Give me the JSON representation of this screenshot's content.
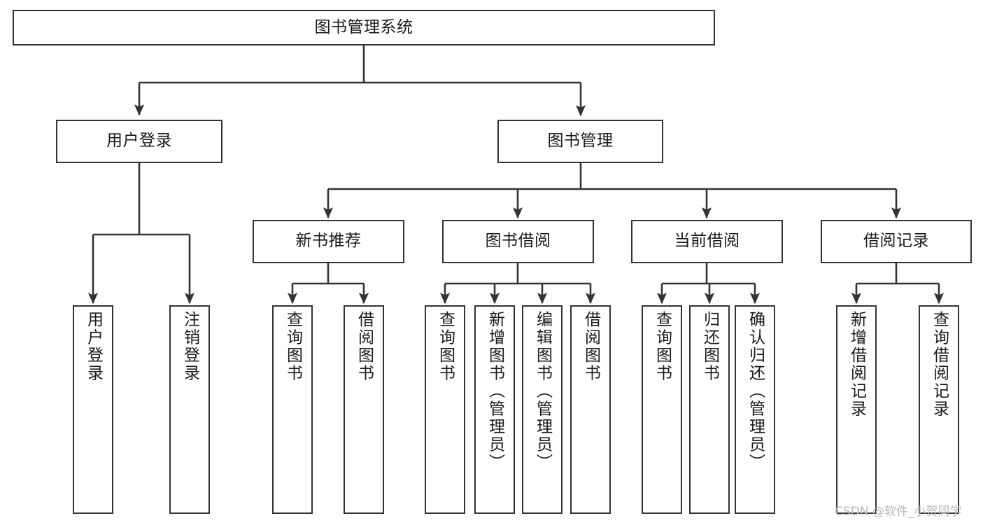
{
  "diagram": {
    "title": "图书管理系统",
    "type": "tree-hierarchy",
    "stroke_color": "#333333",
    "background_color": "#ffffff",
    "levels": {
      "root": "图书管理系统",
      "level1": [
        "用户登录",
        "图书管理"
      ],
      "level2": [
        "新书推荐",
        "图书借阅",
        "当前借阅",
        "借阅记录"
      ]
    }
  },
  "nodes": {
    "root": {
      "label": "图书管理系统"
    },
    "user_login": {
      "label": "用户登录"
    },
    "book_manage": {
      "label": "图书管理"
    },
    "new_book_rec": {
      "label": "新书推荐"
    },
    "book_borrow": {
      "label": "图书借阅"
    },
    "current_borrow": {
      "label": "当前借阅"
    },
    "borrow_record": {
      "label": "借阅记录"
    },
    "leaf_user_login": {
      "label": "用户登录"
    },
    "leaf_logout_login": {
      "label": "注销登录"
    },
    "leaf_query_book_1": {
      "label": "查询图书"
    },
    "leaf_borrow_book_1": {
      "label": "借阅图书"
    },
    "leaf_query_book_2": {
      "label": "查询图书"
    },
    "leaf_add_book_admin": {
      "label": "新增图书（管理员）"
    },
    "leaf_edit_book_admin": {
      "label": "编辑图书（管理员）"
    },
    "leaf_borrow_book_2": {
      "label": "借阅图书"
    },
    "leaf_query_book_3": {
      "label": "查询图书"
    },
    "leaf_return_book": {
      "label": "归还图书"
    },
    "leaf_confirm_return_admin": {
      "label": "确认归还（管理员）"
    },
    "leaf_add_borrow_record": {
      "label": "新增借阅记录"
    },
    "leaf_query_borrow_record": {
      "label": "查询借阅记录"
    }
  },
  "watermark": {
    "text": "CSDN @软件_小贺同学"
  }
}
